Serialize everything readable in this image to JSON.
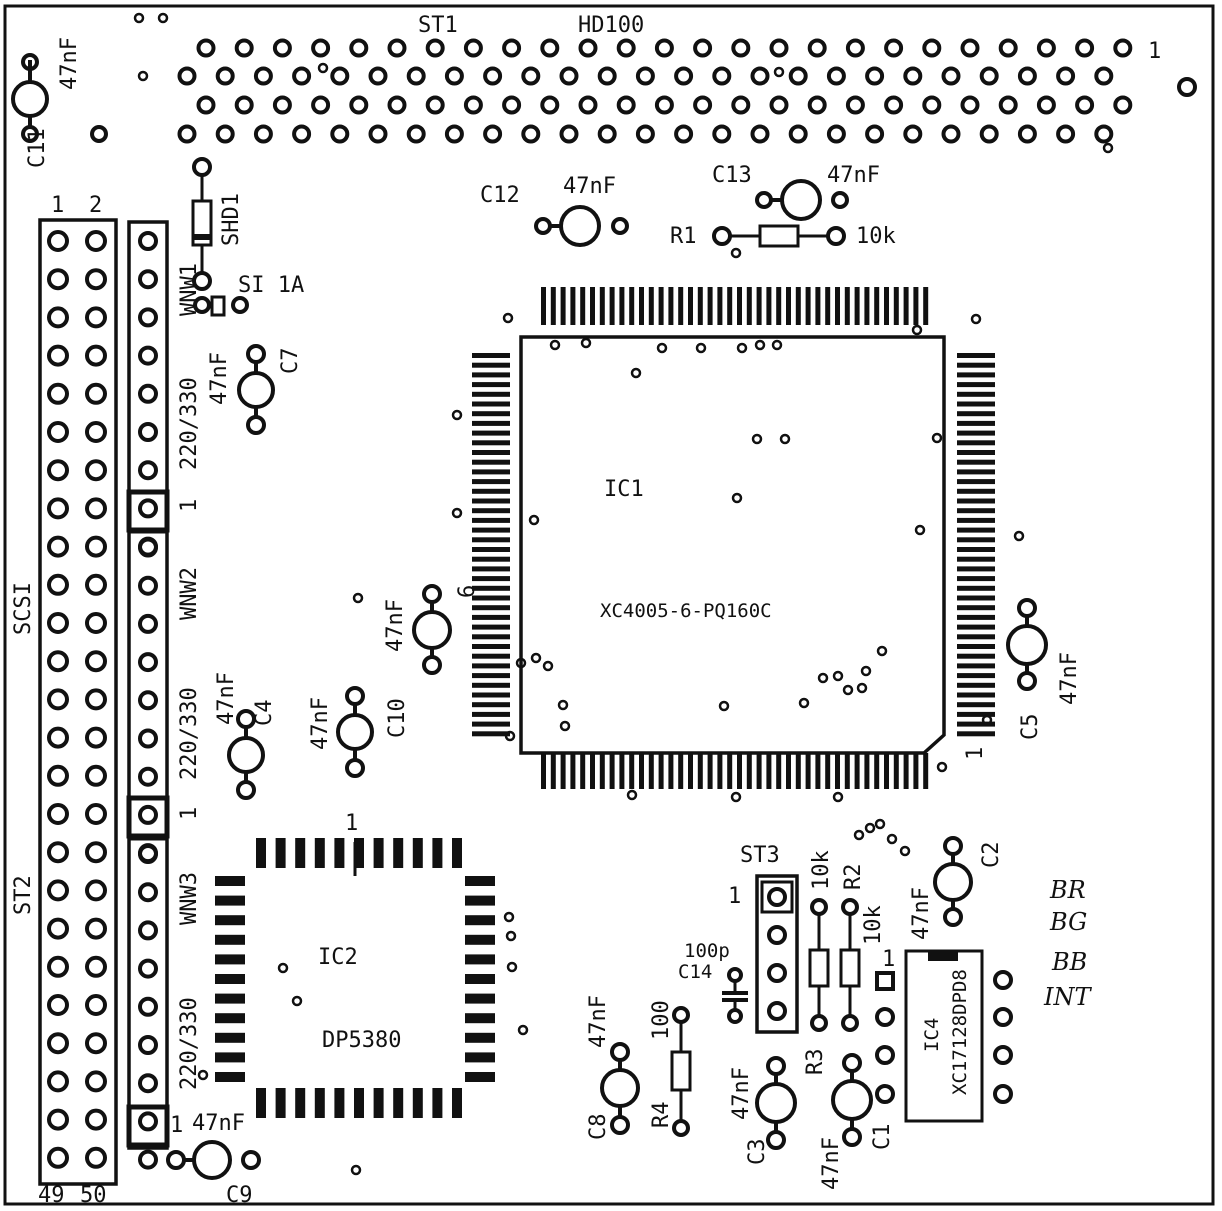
{
  "header": {
    "connector_label": "ST1",
    "connector_type": "HD100",
    "pin1_marker": "1"
  },
  "scsi": {
    "side_label": "SCSI",
    "connector_label": "ST2",
    "pin_top_left": "1",
    "pin_top_right": "2",
    "pin_bottom_left": "49",
    "pin_bottom_right": "50"
  },
  "resistor_networks": [
    {
      "name": "WNW1",
      "value": "220/330",
      "pin1": "1"
    },
    {
      "name": "WNW2",
      "value": "220/330",
      "pin1": "1"
    },
    {
      "name": "WNW3",
      "value": "220/330",
      "pin1": "1"
    }
  ],
  "parts": {
    "c11": {
      "name": "C11",
      "value": "47nF"
    },
    "shd1": {
      "name": "SHD1"
    },
    "fuse": {
      "name": "SI 1A"
    },
    "c7": {
      "name": "C7",
      "value": "47nF"
    },
    "c12": {
      "name": "C12",
      "value": "47nF"
    },
    "c13": {
      "name": "C13",
      "value": "47nF"
    },
    "r1": {
      "name": "R1",
      "value": "10k"
    },
    "c4": {
      "name": "C4",
      "value": "47nF"
    },
    "c10": {
      "name": "C10",
      "value": "47nF"
    },
    "c6": {
      "name": "6",
      "value": "47nF"
    },
    "c5": {
      "name": "C5",
      "value": "47nF"
    },
    "c9": {
      "name": "C9",
      "value": "47nF"
    },
    "c8": {
      "name": "C8",
      "value": "47nF"
    },
    "r4": {
      "name": "R4",
      "value": "100"
    },
    "c14": {
      "name": "C14",
      "value": "100p"
    },
    "st3": {
      "name": "ST3",
      "pin1": "1"
    },
    "r3": {
      "name": "R3",
      "value": "10k"
    },
    "r2": {
      "name": "R2",
      "value": "10k"
    },
    "c3": {
      "name": "C3",
      "value": "47nF"
    },
    "c1": {
      "name": "C1",
      "value": "47nF"
    },
    "c2": {
      "name": "C2",
      "value": "47nF"
    }
  },
  "ics": {
    "ic1": {
      "name": "IC1",
      "part": "XC4005-6-PQ160C",
      "pin1": "1"
    },
    "ic2": {
      "name": "IC2",
      "part": "DP5380",
      "pin1": "1"
    },
    "ic4": {
      "name": "IC4",
      "part": "XC17128DPD8",
      "pin1": "1"
    }
  },
  "handwritten_notes": [
    "BR",
    "BG",
    "BB",
    "INT"
  ]
}
